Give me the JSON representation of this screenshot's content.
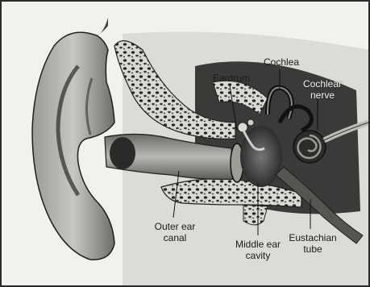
{
  "labels": {
    "eardrum": "Eardrum",
    "cochlea": "Cochlea",
    "cochlear_nerve": "Cochlear\nnerve",
    "outer_ear_canal": "Outer ear\ncanal",
    "middle_ear_cavity": "Middle ear\ncavity",
    "eustachian_tube": "Eustachian\ntube"
  }
}
